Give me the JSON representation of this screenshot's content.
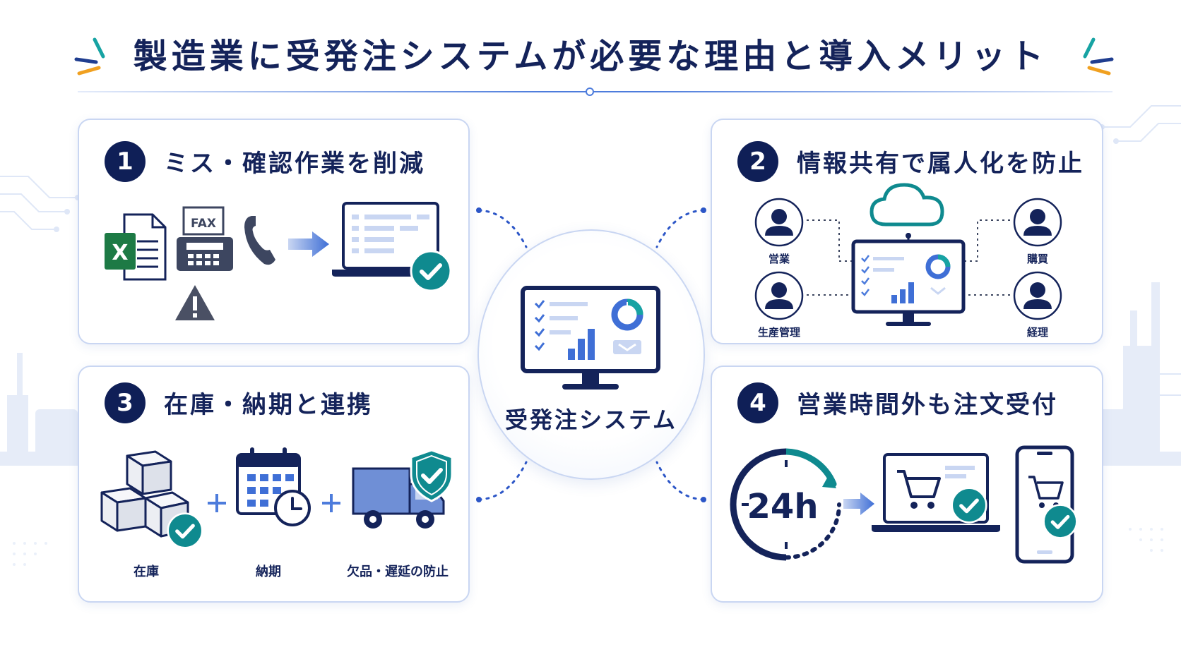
{
  "title": "製造業に受発注システムが必要な理由と導入メリット",
  "hub": {
    "label": "受発注システム"
  },
  "cards": [
    {
      "num": "1",
      "title": "ミス・確認作業を削減",
      "fax_label": "FAX"
    },
    {
      "num": "2",
      "title": "情報共有で属人化を防止",
      "roles": [
        "営業",
        "購買",
        "生産管理",
        "経理"
      ]
    },
    {
      "num": "3",
      "title": "在庫・納期と連携",
      "labels": [
        "在庫",
        "納期",
        "欠品・遅延の防止"
      ]
    },
    {
      "num": "4",
      "title": "営業時間外も注文受付",
      "clock_text": "24h"
    }
  ],
  "colors": {
    "navy": "#14235a",
    "teal": "#0f8a8f",
    "blue": "#4d7cdc",
    "border": "#c9d6f2"
  },
  "icons": [
    "excel-icon",
    "document-icon",
    "fax-icon",
    "phone-icon",
    "warning-icon",
    "arrow-icon",
    "laptop-icon",
    "check-icon",
    "user-icon",
    "cloud-icon",
    "monitor-icon",
    "box-icon",
    "calendar-icon",
    "truck-icon",
    "shield-icon",
    "clock-icon",
    "cart-icon",
    "smartphone-icon"
  ]
}
